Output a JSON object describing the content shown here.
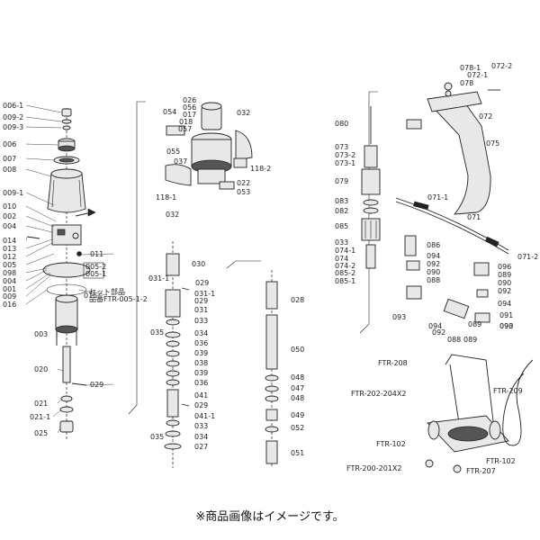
{
  "notice": "※商品画像はイメージです。",
  "left_labels": [
    "006-1",
    "009-2",
    "009-3",
    "006",
    "007",
    "008",
    "009-1",
    "010",
    "002",
    "004",
    "014",
    "013",
    "012",
    "005",
    "098",
    "004",
    "001",
    "009",
    "016",
    "003",
    "020",
    "021",
    "021-1",
    "025",
    "011",
    "015",
    "029"
  ],
  "left_box_lines": [
    "005-2",
    "005-1",
    "セット部品",
    "品番FTR-005-1-2"
  ],
  "middle_labels": [
    "026",
    "056",
    "017",
    "018",
    "057",
    "054",
    "032",
    "055",
    "037",
    "118-2",
    "022",
    "053",
    "118-1",
    "032",
    "030",
    "031-1",
    "029",
    "031-1",
    "029",
    "031",
    "033",
    "035",
    "034",
    "036",
    "039",
    "038",
    "039",
    "036",
    "041",
    "029",
    "041-1",
    "033",
    "035",
    "034",
    "027",
    "028",
    "050",
    "048",
    "047",
    "048",
    "049",
    "052",
    "051"
  ],
  "right_labels": [
    "078-1",
    "072-1",
    "072-2",
    "078",
    "072",
    "080",
    "075",
    "073",
    "073-2",
    "073-1",
    "079",
    "071-1",
    "083",
    "082",
    "071",
    "085",
    "086",
    "033",
    "074-1",
    "094",
    "074",
    "092",
    "074-2",
    "090",
    "085-2",
    "088",
    "085-1",
    "096",
    "089",
    "090",
    "092",
    "094",
    "093",
    "094",
    "091",
    "089",
    "090",
    "092",
    "088",
    "089",
    "093",
    "071-2"
  ],
  "cart_labels": [
    "FTR-208",
    "FTR-202-204X2",
    "FTR-209",
    "FTR-102",
    "FTR-102",
    "FTR-200-201X2",
    "FTR-207"
  ]
}
